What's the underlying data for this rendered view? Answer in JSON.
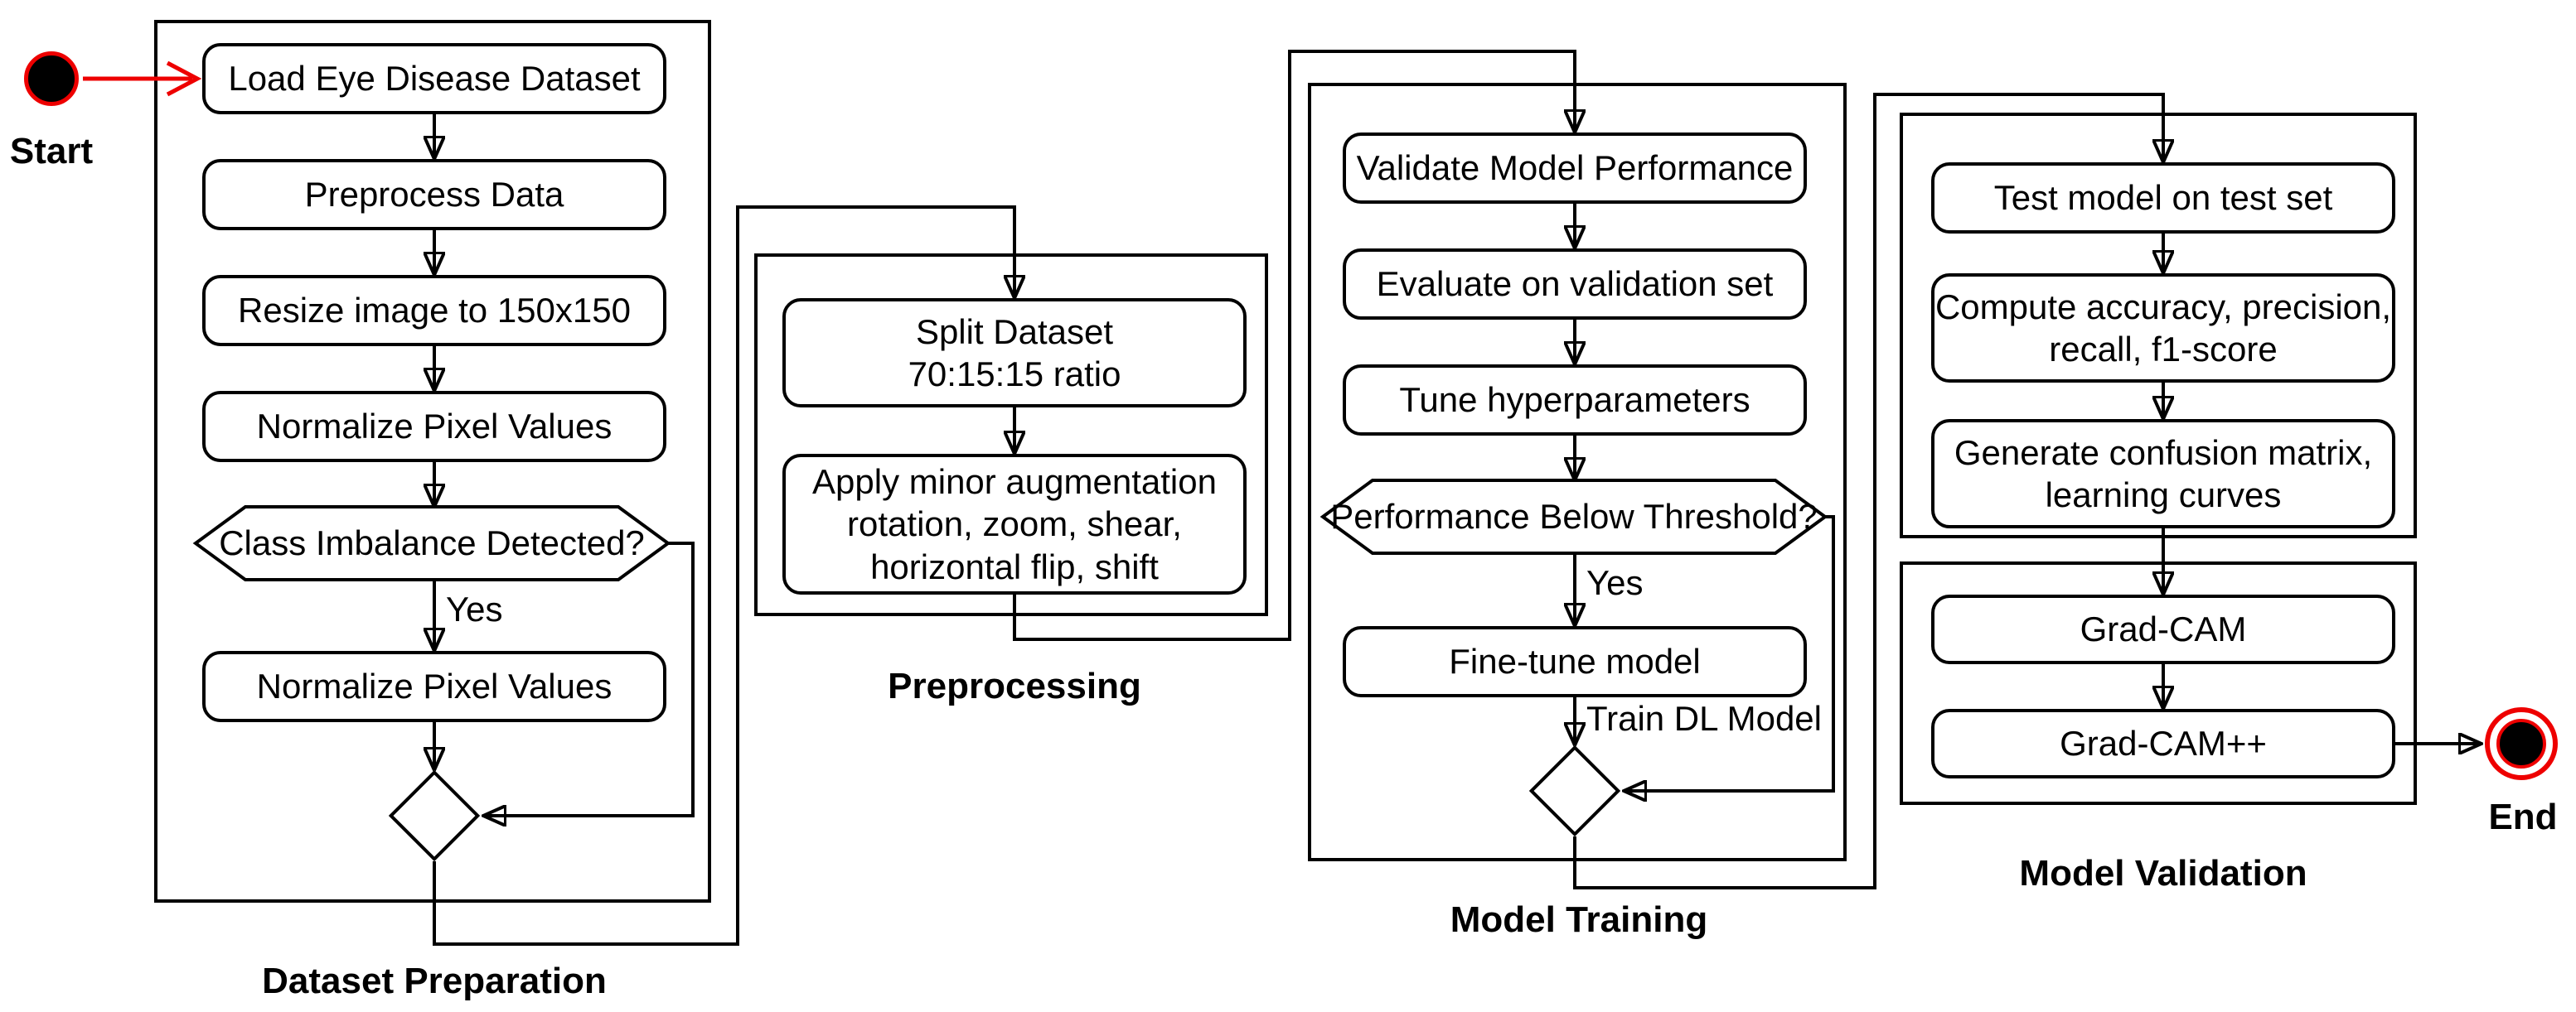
{
  "colors": {
    "line": "#000000",
    "accent_red": "#ee0000",
    "background": "#ffffff",
    "node_fill": "#ffffff"
  },
  "start": {
    "label": "Start"
  },
  "end": {
    "label": "End"
  },
  "groups": [
    {
      "label": "Dataset Preparation",
      "nodes": {
        "load": "Load Eye Disease Dataset",
        "preprocess": "Preprocess Data",
        "resize": "Resize image to 150x150",
        "normalize1": "Normalize Pixel Values",
        "imbalance_q": "Class Imbalance Detected?",
        "normalize2": "Normalize Pixel Values"
      },
      "edge_labels": {
        "yes": "Yes"
      }
    },
    {
      "label": "Preprocessing",
      "nodes": {
        "split": "Split Dataset\n70:15:15 ratio",
        "augment": "Apply minor augmentation\nrotation, zoom, shear,\nhorizontal flip, shift"
      }
    },
    {
      "label": "Model Training",
      "nodes": {
        "validate": "Validate Model Performance",
        "evaluate": "Evaluate on validation set",
        "tune": "Tune hyperparameters",
        "threshold_q": "Performance Below Threshold?",
        "finetune": "Fine-tune model"
      },
      "edge_labels": {
        "yes": "Yes",
        "train": "Train DL Model"
      }
    },
    {
      "label": "Model Validation",
      "nodes": {
        "test": "Test model on test set",
        "compute": "Compute accuracy, precision,\nrecall, f1-score",
        "confusion": "Generate confusion matrix,\nlearning curves",
        "gradcam": "Grad-CAM",
        "gradcampp": "Grad-CAM++"
      }
    }
  ]
}
